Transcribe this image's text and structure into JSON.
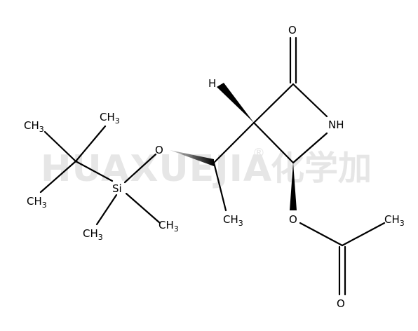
{
  "watermark": {
    "latin": "HUAXUEJIA",
    "registered": "®",
    "chinese": "化学加"
  },
  "atoms": {
    "o_carbonyl_top": "O",
    "nh": "NH",
    "h_stereo": "H",
    "o_ether": "O",
    "si": "Si",
    "o_ester": "O",
    "o_acetyl": "O",
    "ch3_tbu_upper_right": {
      "main": "CH",
      "sub": "3"
    },
    "ch3_tbu_left": {
      "main": "CH",
      "sub": "3"
    },
    "ch3_tbu_lower": {
      "main": "CH",
      "sub": "3"
    },
    "ch3_si_left": {
      "main": "CH",
      "sub": "3"
    },
    "ch3_si_right": {
      "main": "CH",
      "sub": "3"
    },
    "ch3_ethyl": {
      "main": "CH",
      "sub": "3"
    },
    "ch3_acetyl": {
      "main": "CH",
      "sub": "3"
    }
  }
}
